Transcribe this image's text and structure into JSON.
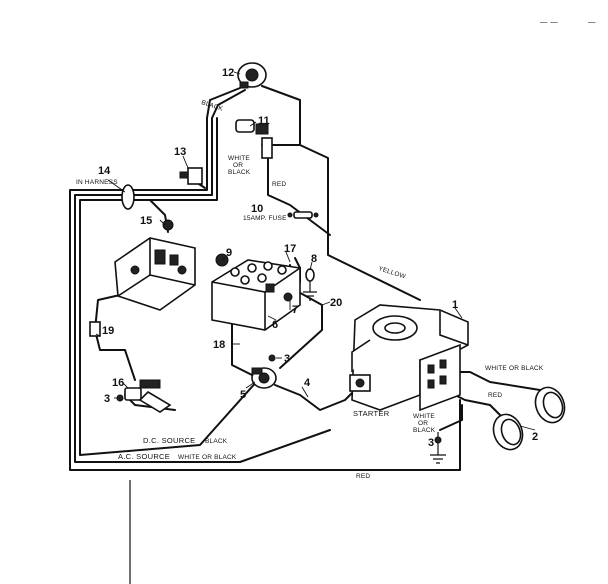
{
  "marks": {
    "corner_dash": "— —",
    "corner_tick": "—"
  },
  "callouts": {
    "n1": "1",
    "n2": "2",
    "n3a": "3",
    "n3b": "3",
    "n3c": "3",
    "n4": "4",
    "n5": "5",
    "n6": "6",
    "n7": "7",
    "n8": "8",
    "n9": "9",
    "n10": "10",
    "n11": "11",
    "n12": "12",
    "n13": "13",
    "n14": "14",
    "n15": "15",
    "n16": "16",
    "n17": "17",
    "n18": "18",
    "n19": "19",
    "n20": "20"
  },
  "labels": {
    "black_top": "BLACK",
    "in_harness": "IN HARNESS",
    "white_or_black_top_1": "WHITE",
    "white_or_black_top_2": "OR",
    "white_or_black_top_3": "BLACK",
    "red_top": "RED",
    "fuse": "15AMP. FUSE",
    "yellow": "YELLOW",
    "starter": "STARTER",
    "white_or_black_right": "WHITE OR BLACK",
    "red_right": "RED",
    "white_or_black_low_1": "WHITE",
    "white_or_black_low_2": "OR",
    "white_or_black_low_3": "BLACK",
    "dc_source": "D.C. SOURCE",
    "dc_source_color": "BLACK",
    "ac_source": "A.C. SOURCE",
    "ac_source_color": "WHITE OR BLACK",
    "red_bottom": "RED"
  }
}
